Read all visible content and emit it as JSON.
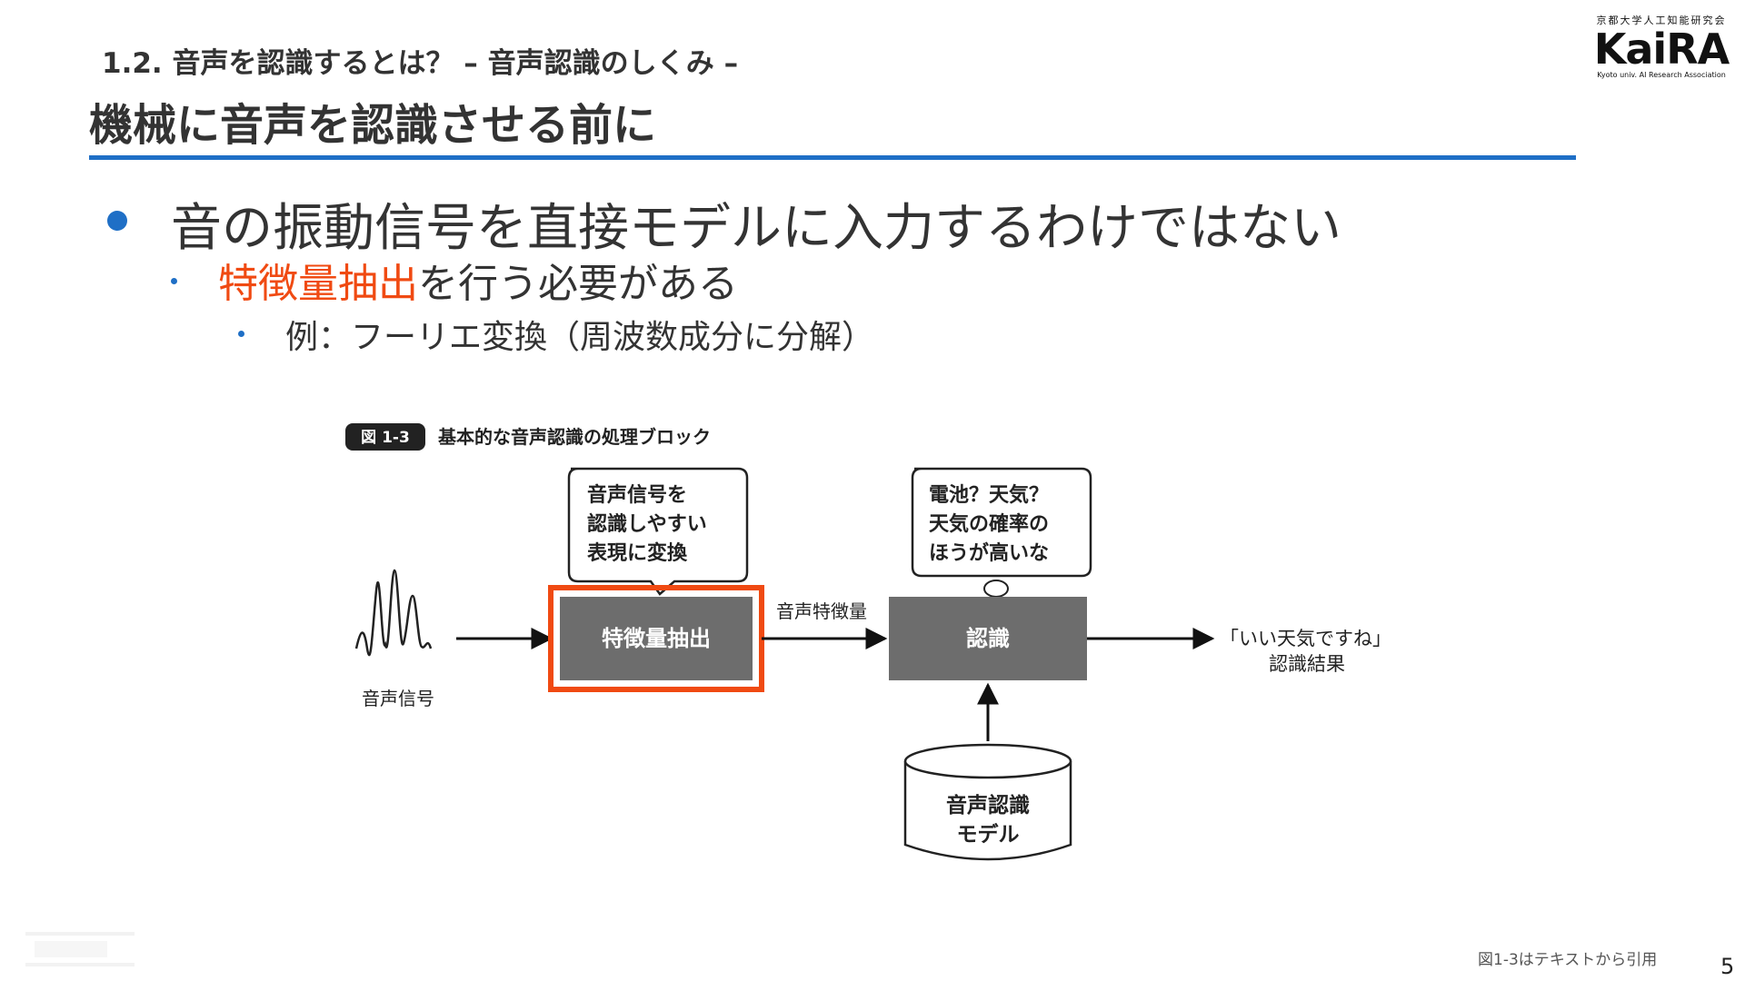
{
  "header": {
    "section": "1.2. 音声を認識するとは？ – 音声認識のしくみ –",
    "title": "機械に音声を認識させる前に"
  },
  "logo": {
    "top_text": "京都大学人工知能研究会",
    "name": "KaiRA",
    "bottom_text": "Kyoto univ. AI Research Association"
  },
  "bullets": {
    "level1": "音の振動信号を直接モデルに入力するわけではない",
    "level2_highlight": "特徴量抽出",
    "level2_rest": "を行う必要がある",
    "level3": "例：フーリエ変換（周波数成分に分解）"
  },
  "figure": {
    "label": "図 1-3",
    "caption": "基本的な音声認識の処理ブロック",
    "signal_label": "音声信号",
    "bubble1_lines": [
      "音声信号を",
      "認識しやすい",
      "表現に変換"
    ],
    "block_feature": "特徴量抽出",
    "arrow_label": "音声特徴量",
    "bubble2_lines": [
      "電池？天気？",
      "天気の確率の",
      "ほうが高いな"
    ],
    "block_recognition": "認識",
    "result_line1": "「いい天気ですね」",
    "result_line2": "認識結果",
    "model_line1": "音声認識",
    "model_line2": "モデル"
  },
  "colors": {
    "accent_blue": "#1f6fc6",
    "highlight_orange": "#f04a12",
    "block_gray": "#6d6d6d"
  },
  "footer": {
    "credit": "図1-3はテキストから引用",
    "page_number": "5"
  }
}
